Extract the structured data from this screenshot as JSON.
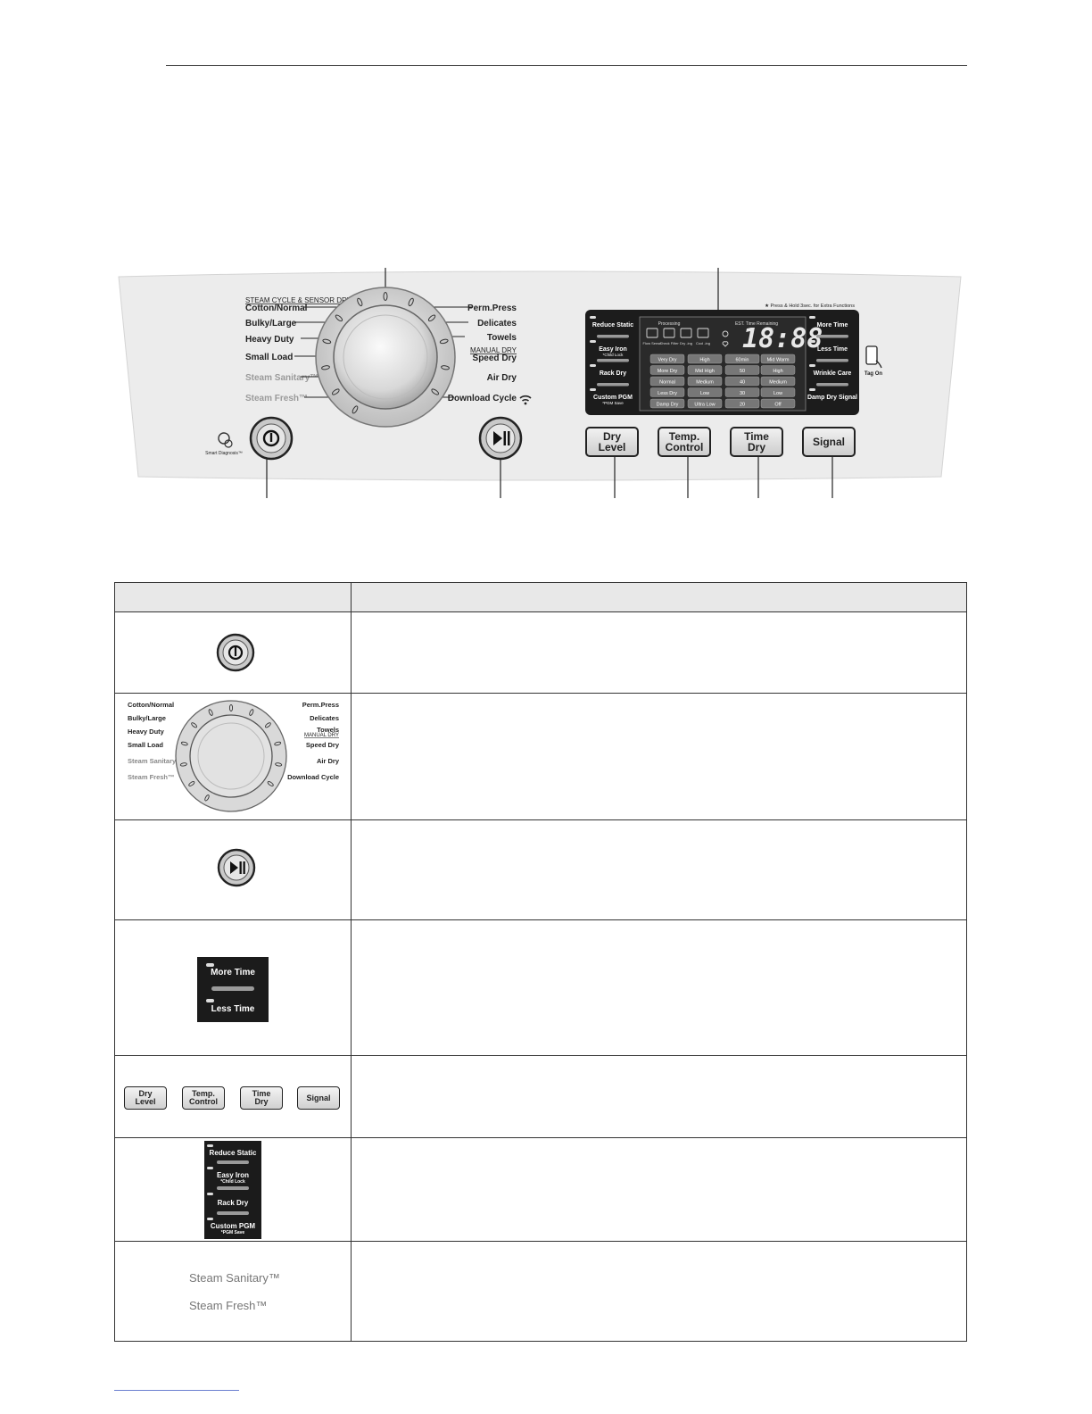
{
  "panel": {
    "section_label": "STEAM CYCLE & SENSOR DRY",
    "cycles_left": [
      "Cotton/Normal",
      "Bulky/Large",
      "Heavy Duty",
      "Small Load",
      "Steam Sanitary™",
      "Steam Fresh™"
    ],
    "cycles_right": [
      "Perm.Press",
      "Delicates",
      "Towels",
      "Speed Dry",
      "Air Dry",
      "Download Cycle"
    ],
    "manual_dry_label": "MANUAL DRY",
    "smart_diagnosis_label": "Smart Diagnosis™",
    "power_icon": "power-icon",
    "start_pause_icon": "play-pause-icon",
    "press_hold_note": "★ Press & Hold 3sec. for Extra Functions",
    "display": {
      "processing_label": "Processing",
      "est_time_label": "EST. Time Remaining",
      "time_digits": "18:88",
      "status_icons": [
        "Flow Sense",
        "Check Filter",
        "Dry -ing",
        "Cool -ing"
      ],
      "grid": [
        [
          "Very Dry",
          "High",
          "60min",
          "Mid Warm"
        ],
        [
          "More Dry",
          "Mid High",
          "50",
          "High"
        ],
        [
          "Normal",
          "Medium",
          "40",
          "Medium"
        ],
        [
          "Less Dry",
          "Low",
          "30",
          "Low"
        ],
        [
          "Damp Dry",
          "Ultra Low",
          "20",
          "Off"
        ]
      ],
      "left_buttons": [
        {
          "label": "Reduce Static",
          "sub": ""
        },
        {
          "label": "Easy Iron",
          "sub": "*Child Lock"
        },
        {
          "label": "Rack Dry",
          "sub": ""
        },
        {
          "label": "Custom PGM",
          "sub": "*PGM Save"
        }
      ],
      "right_buttons": [
        {
          "label": "More Time",
          "sub": ""
        },
        {
          "label": "Less Time",
          "sub": ""
        },
        {
          "label": "Wrinkle Care",
          "sub": ""
        },
        {
          "label": "Damp Dry Signal",
          "sub": ""
        }
      ]
    },
    "tag_on_label": "Tag On",
    "keys": [
      "Dry\nLevel",
      "Temp.\nControl",
      "Time\nDry",
      "Signal"
    ]
  },
  "table": {
    "header_col1": "",
    "header_col2": "",
    "rows": [
      {
        "item": "power-button-image",
        "text": ""
      },
      {
        "item": "cycle-dial-image",
        "text": ""
      },
      {
        "item": "start-pause-image",
        "text": ""
      },
      {
        "item": "more-less-time-image",
        "labels": [
          "More Time",
          "Less Time"
        ],
        "text": ""
      },
      {
        "item": "option-keys-image",
        "labels": [
          "Dry\nLevel",
          "Temp.\nControl",
          "Time\nDry",
          "Signal"
        ],
        "text": ""
      },
      {
        "item": "option-buttons-image",
        "labels": [
          "Reduce Static",
          "Easy Iron",
          "*Child Lock",
          "Rack Dry",
          "Custom PGM",
          "*PGM Save"
        ],
        "text": ""
      },
      {
        "item": "steam-cycles",
        "labels": [
          "Steam Sanitary™",
          "Steam Fresh™"
        ],
        "text": ""
      }
    ]
  }
}
